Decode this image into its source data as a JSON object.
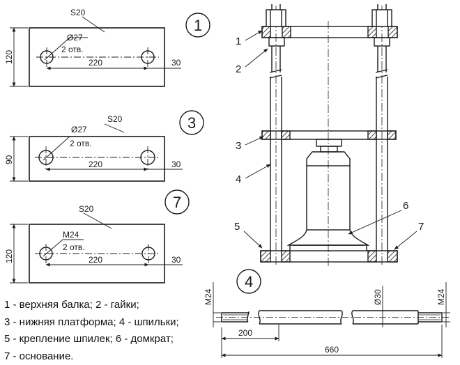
{
  "plates": [
    {
      "number": "1",
      "material": "S20",
      "hole": "Ø27",
      "holes_count": "2 отв.",
      "height": "120",
      "spacing": "220",
      "edge": "30"
    },
    {
      "number": "3",
      "material": "S20",
      "hole": "Ø27",
      "holes_count": "2 отв.",
      "height": "90",
      "spacing": "220",
      "edge": "30"
    },
    {
      "number": "7",
      "material": "S20",
      "hole": "M24",
      "holes_count": "2 отв.",
      "height": "120",
      "spacing": "220",
      "edge": "30"
    }
  ],
  "stud": {
    "number": "4",
    "thread_left": "M24",
    "diameter": "Ø30",
    "thread_right": "M24",
    "thread_len": "200",
    "total_len": "660"
  },
  "assembly_callouts": [
    "1",
    "2",
    "3",
    "4",
    "5",
    "6",
    "7"
  ],
  "legend": [
    "1 - верхняя балка; 2 - гайки;",
    "3 - нижняя платформа; 4 - шпильки;",
    "5 - крепление шпилек; 6 - домкрат;",
    "7 - основание."
  ]
}
